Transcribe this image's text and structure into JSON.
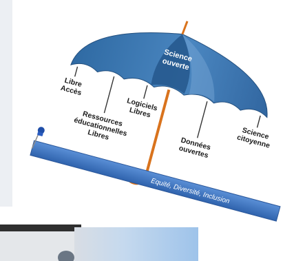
{
  "colors": {
    "canopy_dark": "#2b5f95",
    "canopy_mid": "#3b78b3",
    "canopy_light": "#6d9ecb",
    "handle": "#d9731d",
    "banner": "#3f76c2",
    "pin": "#1f4ea8"
  },
  "diagram": {
    "center_label": [
      "Science",
      "ouverte"
    ],
    "items": [
      {
        "lines": [
          "Libre",
          "Accès"
        ]
      },
      {
        "lines": [
          "Ressources",
          "éducationnelles",
          "Libres"
        ]
      },
      {
        "lines": [
          "Logiciels",
          "Libres"
        ]
      },
      {
        "lines": [
          "Données",
          "ouvertes"
        ]
      },
      {
        "lines": [
          "Science",
          "citoyenne"
        ]
      }
    ],
    "banner_text": "Equité, Diversité, Inclusion"
  }
}
